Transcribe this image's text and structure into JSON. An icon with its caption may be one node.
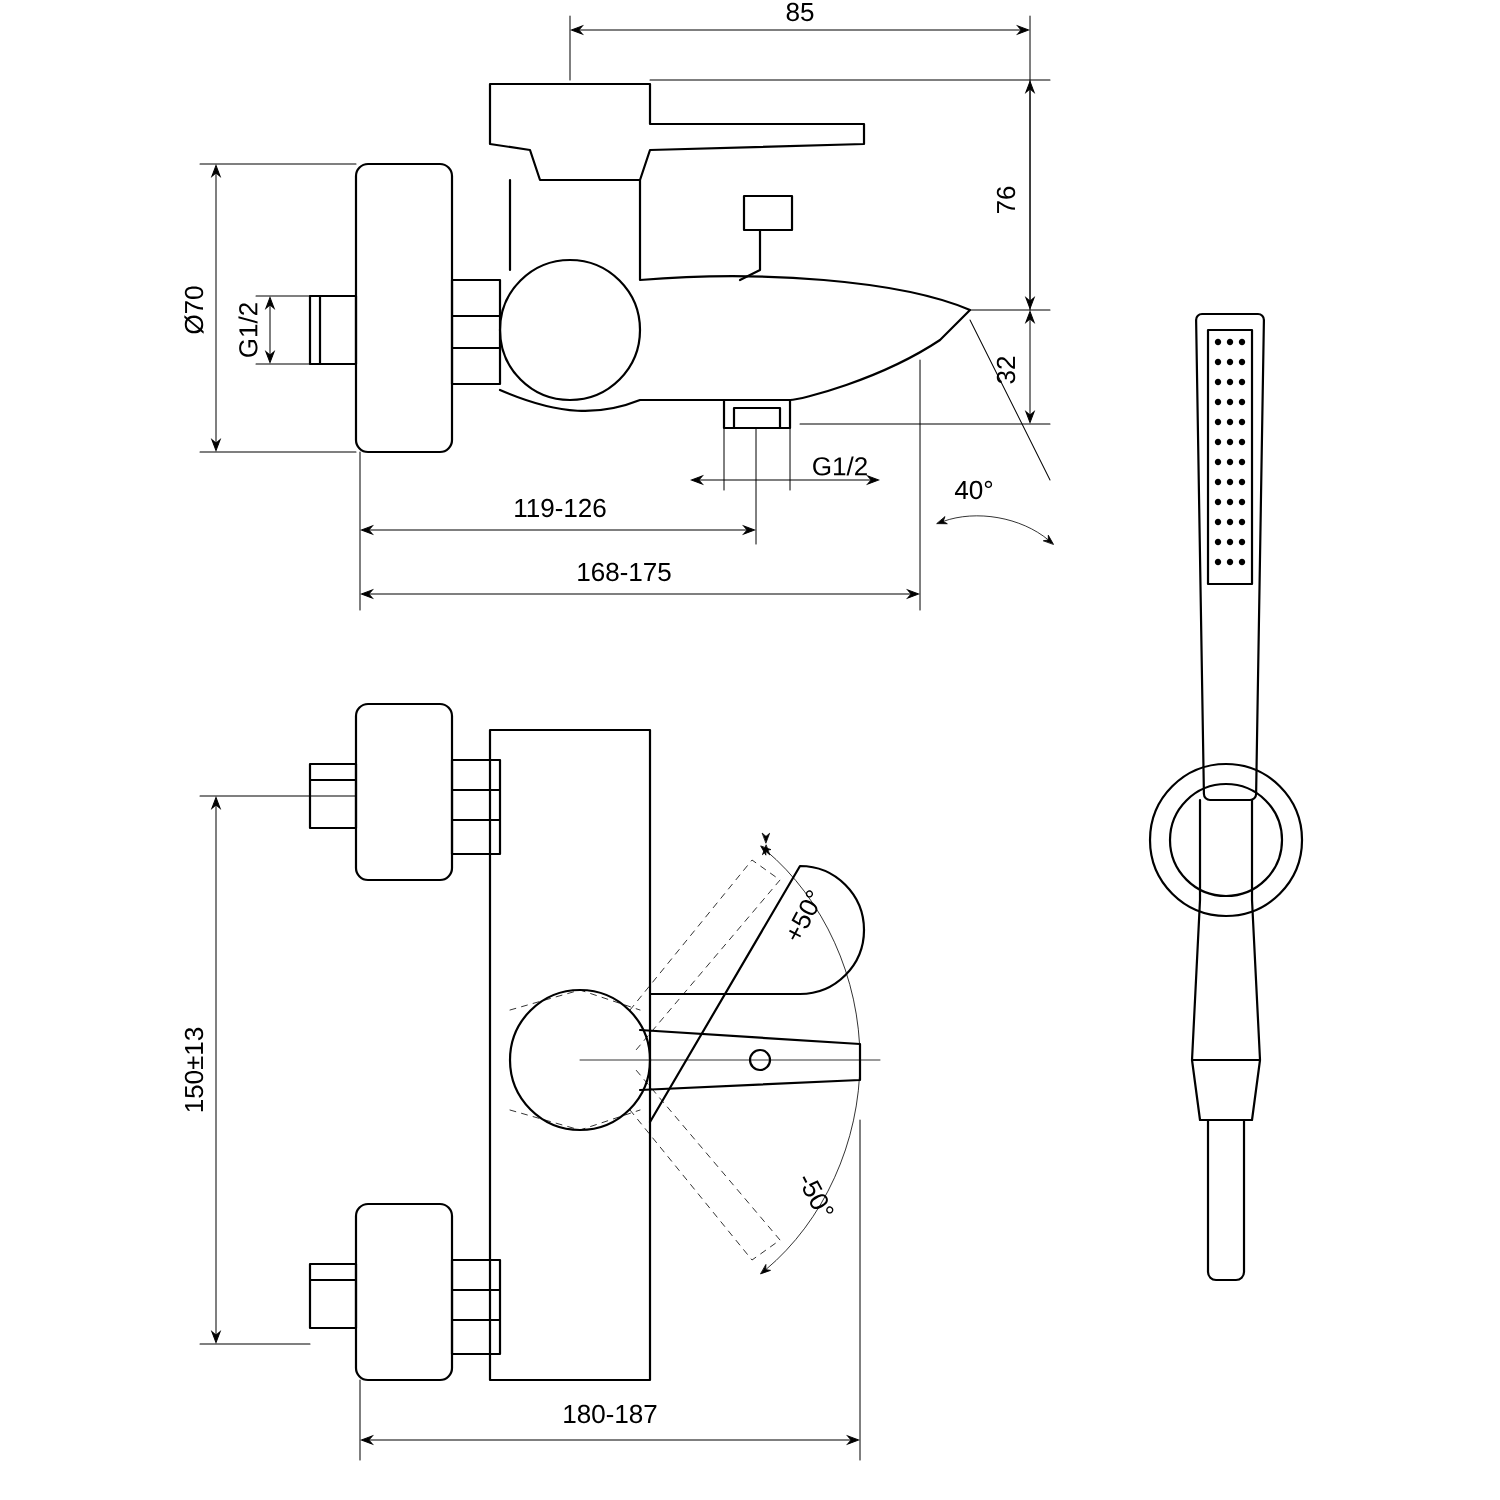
{
  "diagram": {
    "labels": [
      "85",
      "76",
      "Ø70",
      "G1/2",
      "32",
      "G1/2",
      "40°",
      "119-126",
      "168-175",
      "+50°",
      "150±13",
      "-50°",
      "180-187"
    ]
  }
}
